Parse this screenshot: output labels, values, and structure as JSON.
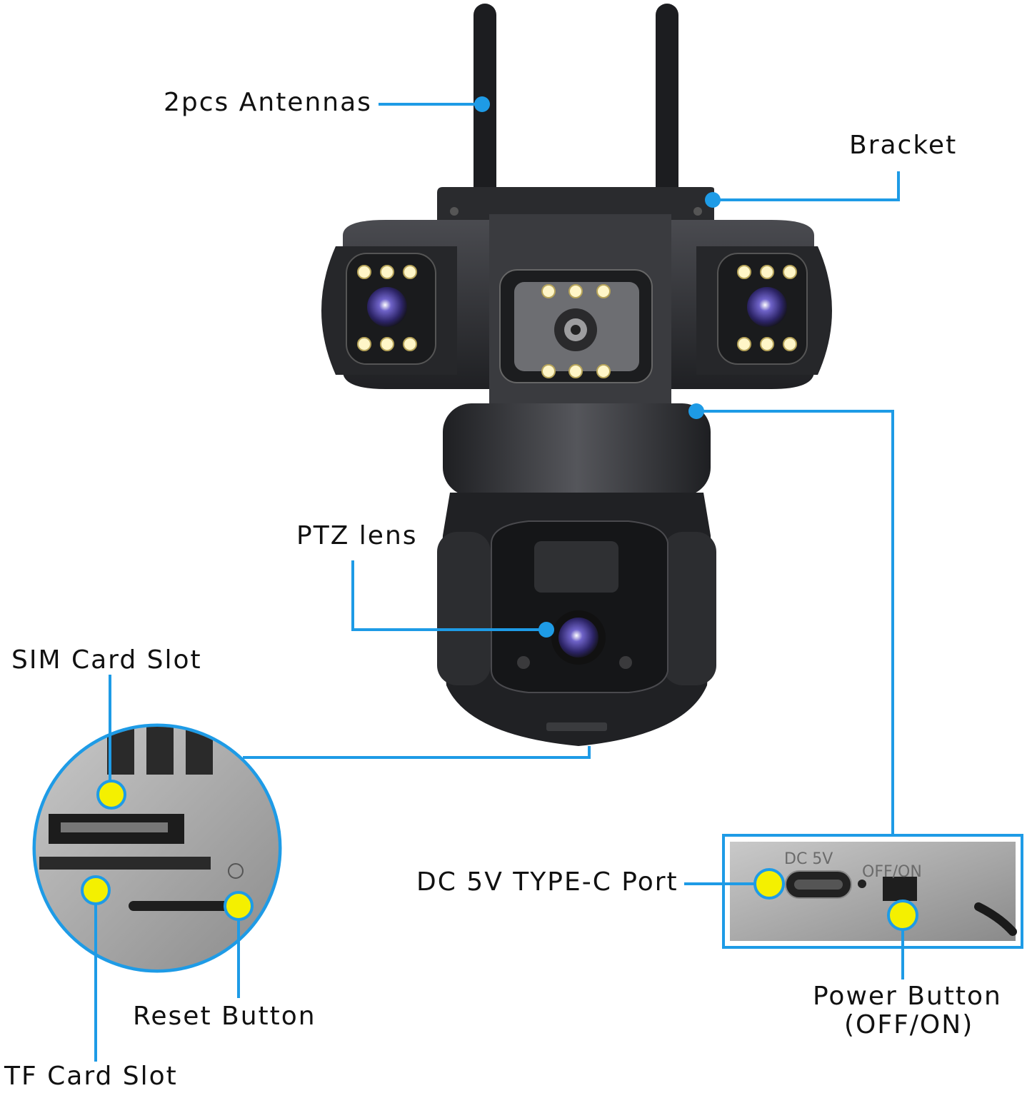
{
  "labels": {
    "antennas": "2pcs Antennas",
    "bracket": "Bracket",
    "ptz_lens": "PTZ lens",
    "sim_slot": "SIM Card Slot",
    "reset_button": "Reset Button",
    "tf_slot": "TF Card Slot",
    "dc_port": "DC 5V TYPE-C Port",
    "power_button_line1": "Power Button",
    "power_button_line2": "(OFF/ON)"
  },
  "panel_text": {
    "dc": "DC 5V",
    "switch": "OFF/ON"
  },
  "colors": {
    "callout": "#1e9be6",
    "marker": "#f4f000",
    "body": "#2e2f33",
    "led": "#fff6c8",
    "lens": "#4b3a9e"
  }
}
